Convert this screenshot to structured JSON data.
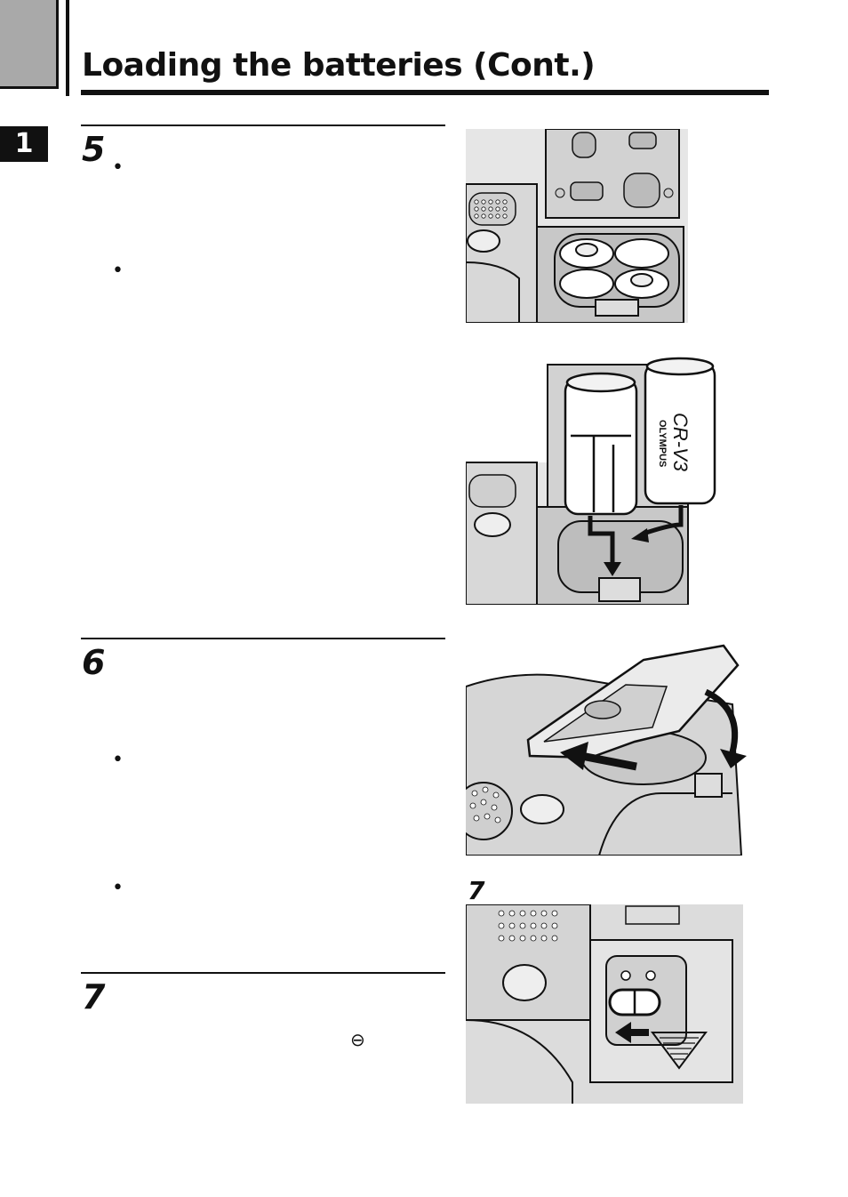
{
  "header": {
    "title": "Loading the batteries (Cont.)",
    "chapter_number": "1"
  },
  "steps": [
    {
      "number": "5",
      "bullets": [
        "•",
        "•"
      ]
    },
    {
      "number": "6",
      "bullets": [
        "•",
        "•"
      ]
    },
    {
      "number": "7",
      "symbol": "⊖"
    }
  ],
  "figures": {
    "fig5_label": "5",
    "fig6_label": "6",
    "fig7_label": "7",
    "battery_brand": "OLYMPUS",
    "battery_model": "CR-V3"
  }
}
